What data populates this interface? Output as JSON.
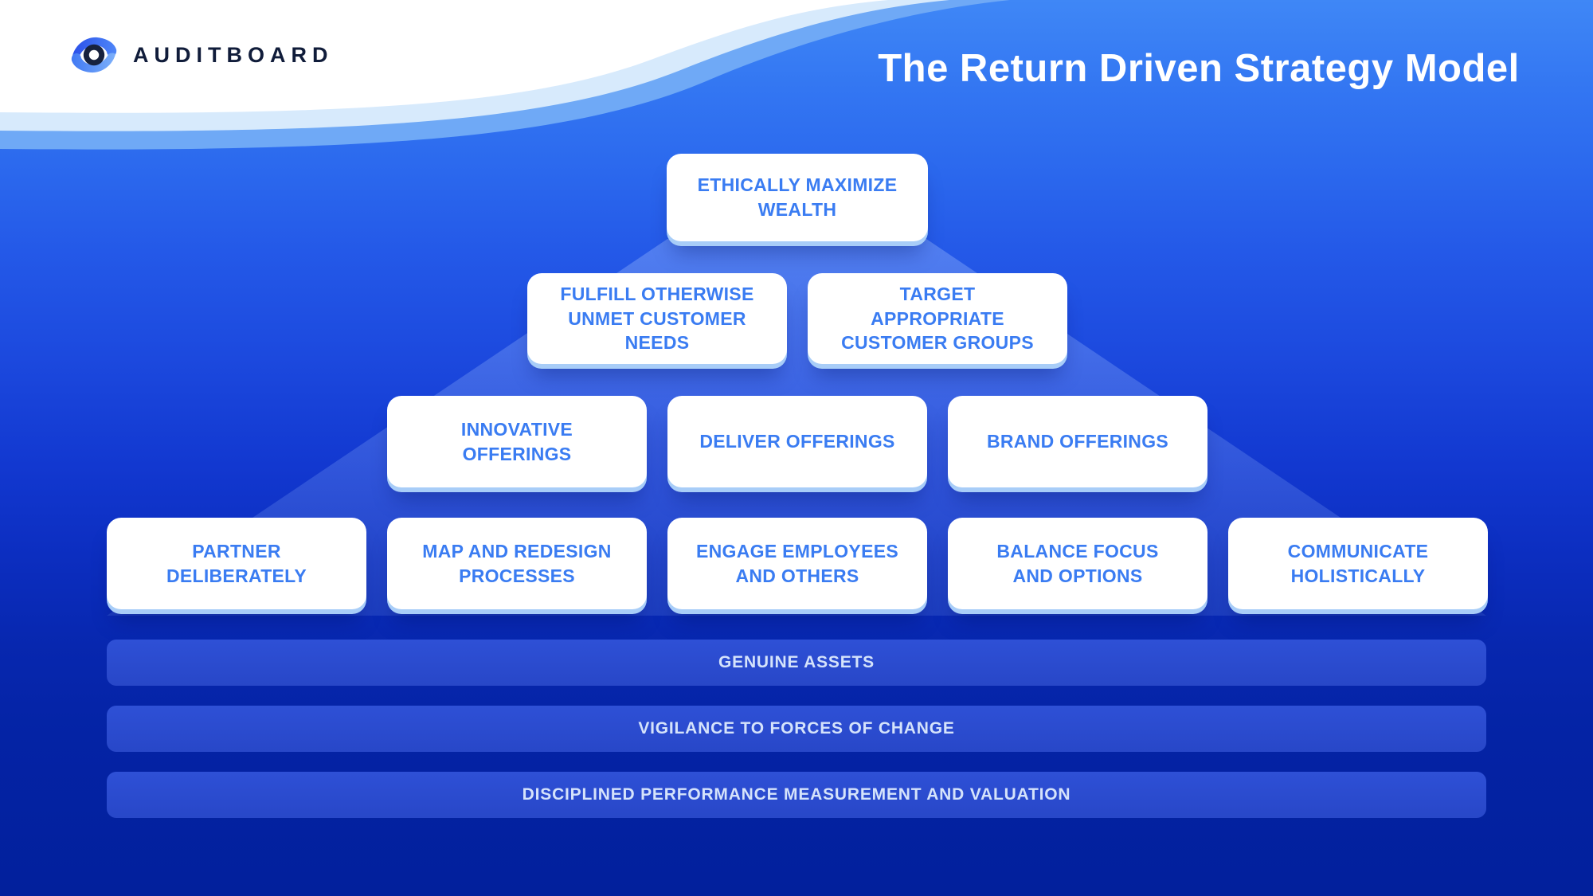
{
  "header": {
    "brand": {
      "name": "AUDITBOARD",
      "icon": "auditboard-eye-logo"
    },
    "title": "The Return Driven Strategy Model"
  },
  "pyramid": {
    "rows": [
      {
        "boxes": [
          "ETHICALLY MAXIMIZE WEALTH"
        ]
      },
      {
        "boxes": [
          "FULFILL OTHERWISE UNMET CUSTOMER NEEDS",
          "TARGET APPROPRIATE CUSTOMER GROUPS"
        ]
      },
      {
        "boxes": [
          "INNOVATIVE OFFERINGS",
          "DELIVER OFFERINGS",
          "BRAND OFFERINGS"
        ]
      },
      {
        "boxes": [
          "PARTNER DELIBERATELY",
          "MAP AND REDESIGN PROCESSES",
          "ENGAGE EMPLOYEES AND OTHERS",
          "BALANCE FOCUS AND OPTIONS",
          "COMMUNICATE HOLISTICALLY"
        ]
      }
    ]
  },
  "foundations": {
    "bars": [
      "GENUINE ASSETS",
      "VIGILANCE TO FORCES OF CHANGE",
      "DISCIPLINED PERFORMANCE MEASUREMENT AND VALUATION"
    ]
  },
  "colors": {
    "background_top": "#3F87F6",
    "background_bottom": "#02209C",
    "box_text_blue": "#3A7CF2",
    "box_shadow_lip": "#A8CDF8",
    "bar_fill": "#2B4BCE",
    "bar_text": "#D5E3FB",
    "beam_tint": "#9FC0FF",
    "brand_navy": "#101C3A",
    "wave_band_light": "#D7EAFC",
    "wave_band_medium": "#6FA9F6",
    "title_text": "#FFFFFF"
  }
}
